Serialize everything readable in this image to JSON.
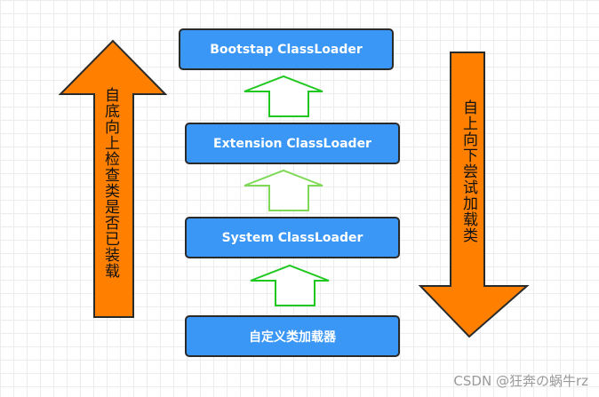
{
  "diagram": {
    "boxes": [
      {
        "id": "bootstrap",
        "label": "Bootstap ClassLoader"
      },
      {
        "id": "extension",
        "label": "Extension ClassLoader"
      },
      {
        "id": "system",
        "label": "System ClassLoader"
      },
      {
        "id": "custom",
        "label": "自定义类加载器"
      }
    ],
    "up_arrow_label": "自底向上检查类是否已装载",
    "down_arrow_label": "自上向下尝试加载类"
  },
  "colors": {
    "box_fill": "#3a97f5",
    "orange_arrow": "#ff8000",
    "green_arrow": "#22c55e"
  },
  "watermark": "CSDN @狂奔の蜗牛rz"
}
